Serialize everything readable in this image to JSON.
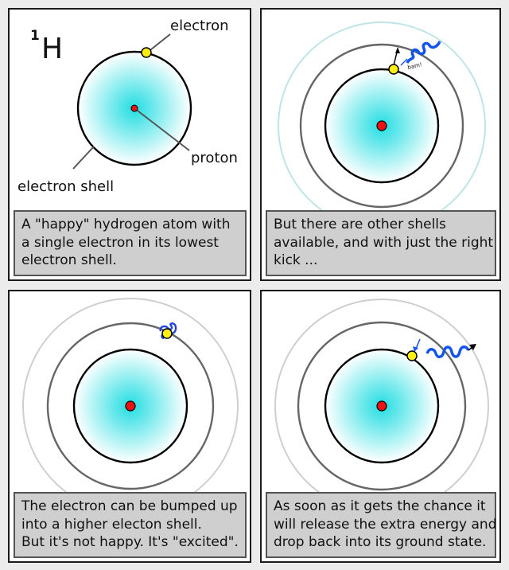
{
  "panels": [
    {
      "element_mass": "1",
      "element_symbol": "H",
      "labels": {
        "electron": "electron",
        "proton": "proton",
        "shell": "electron shell"
      },
      "caption": [
        "A \"happy\" hydrogen atom with",
        "a single electron in its lowest",
        "electron shell."
      ]
    },
    {
      "bam": "bam!",
      "caption": [
        "But there are other shells",
        "available, and with just the right",
        "kick ..."
      ]
    },
    {
      "caption": [
        "The electron can be bumped up",
        "into a higher electon shell.",
        "But it's not happy. It's \"excited\"."
      ]
    },
    {
      "caption": [
        "As soon as it gets the chance it",
        "will release the extra energy and",
        "drop back into its ground state."
      ]
    }
  ],
  "colors": {
    "nucleus": "#ee1111",
    "electron": "#ffee11",
    "photon": "#1155ee",
    "cloud_center": "#22dde2",
    "caption_bg": "#cfcfcf"
  },
  "icons": [
    "photon-wave-icon",
    "arrow-icon"
  ]
}
